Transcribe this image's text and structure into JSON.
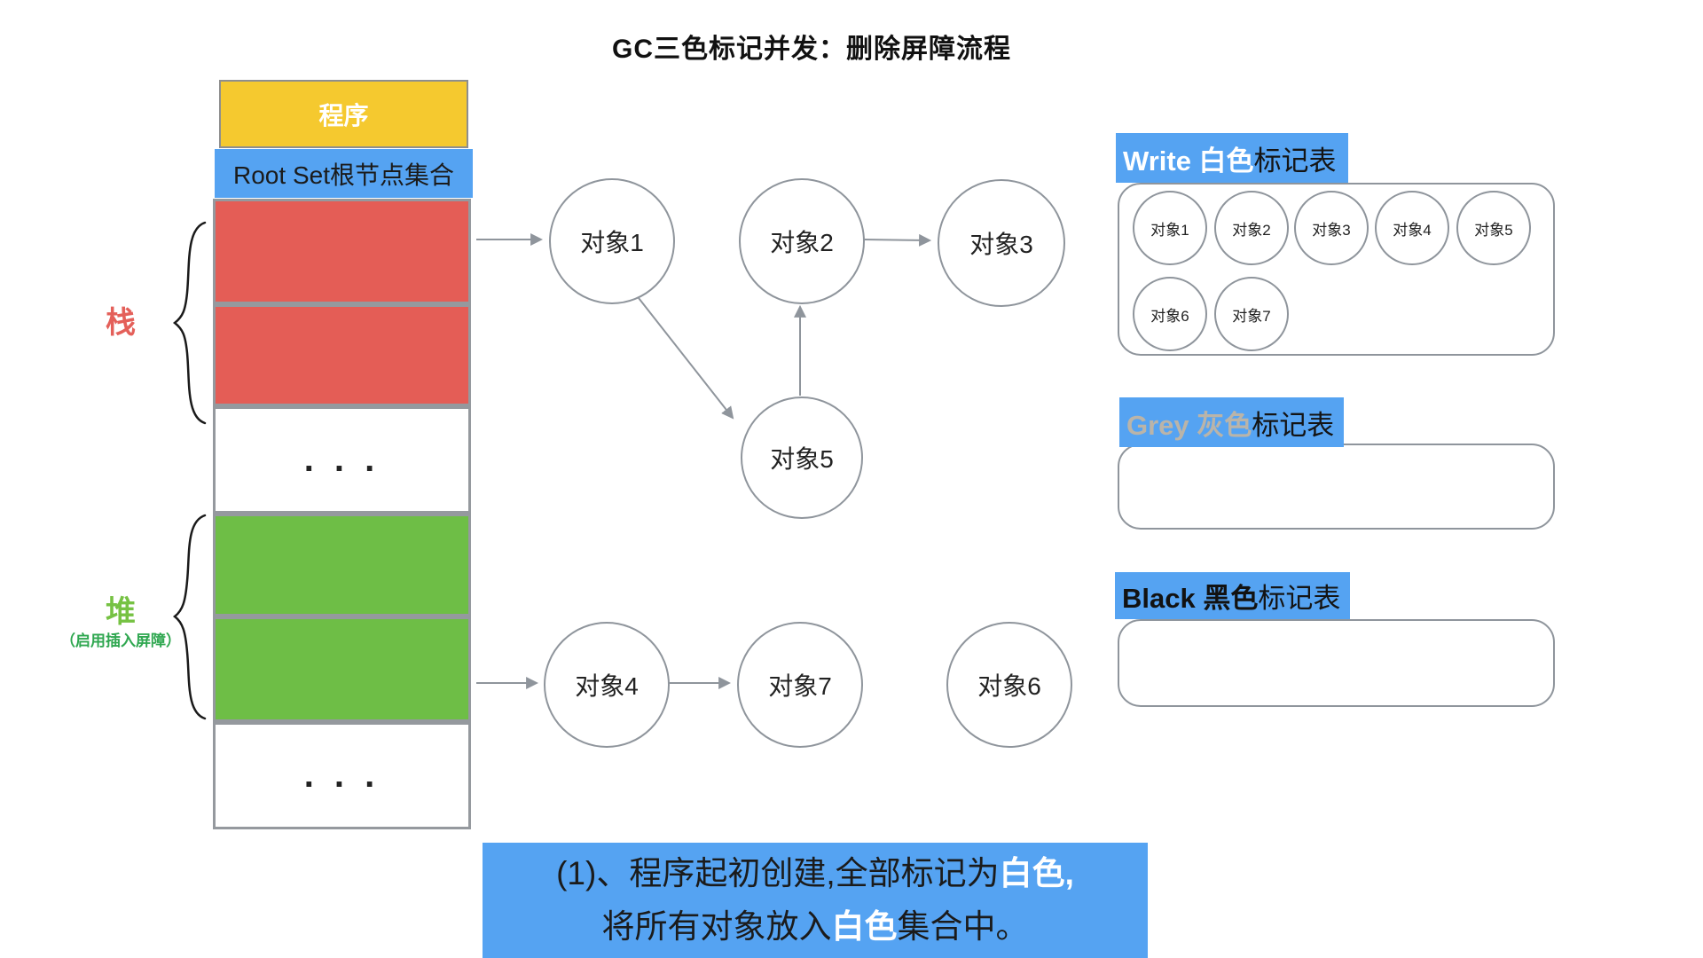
{
  "title": "GC三色标记并发：删除屏障流程",
  "stack_column": {
    "program": "程序",
    "root_set": "Root Set根节点集合",
    "ellipsis_top": ". . .",
    "ellipsis_bottom": ". . ."
  },
  "side_labels": {
    "stack": "栈",
    "heap": "堆",
    "heap_note": "（启用插入屏障）"
  },
  "graph": {
    "nodes": {
      "obj1": "对象1",
      "obj2": "对象2",
      "obj3": "对象3",
      "obj4": "对象4",
      "obj5": "对象5",
      "obj6": "对象6",
      "obj7": "对象7"
    },
    "edges": [
      {
        "from": "root-set-stack",
        "to": "obj1"
      },
      {
        "from": "obj1",
        "to": "obj5"
      },
      {
        "from": "obj5",
        "to": "obj2"
      },
      {
        "from": "obj2",
        "to": "obj3"
      },
      {
        "from": "heap",
        "to": "obj4"
      },
      {
        "from": "obj4",
        "to": "obj7"
      }
    ]
  },
  "tables": {
    "white": {
      "title_prefix": "Write 白色",
      "title_suffix": "标记表",
      "items": [
        "对象1",
        "对象2",
        "对象3",
        "对象4",
        "对象5",
        "对象6",
        "对象7"
      ]
    },
    "grey": {
      "title_prefix": "Grey 灰色",
      "title_suffix": "标记表",
      "items": []
    },
    "black": {
      "title_prefix": "Black 黑色",
      "title_suffix": "标记表",
      "items": []
    }
  },
  "caption": {
    "line1_pre": "(1)、程序起初创建,全部标记为",
    "line1_highlight": "白色,",
    "line2_pre": "将所有对象放入",
    "line2_highlight": "白色",
    "line2_post": "集合中。"
  },
  "colors": {
    "blue": "#55A3F2",
    "red": "#E45D56",
    "green": "#6EBE46",
    "yellow": "#F5C92F",
    "stack_label": "#E4605A",
    "heap_label": "#76C243",
    "heap_note": "#2FA750",
    "grey_title": "#BAB4A9",
    "outline": "#8F959C"
  }
}
